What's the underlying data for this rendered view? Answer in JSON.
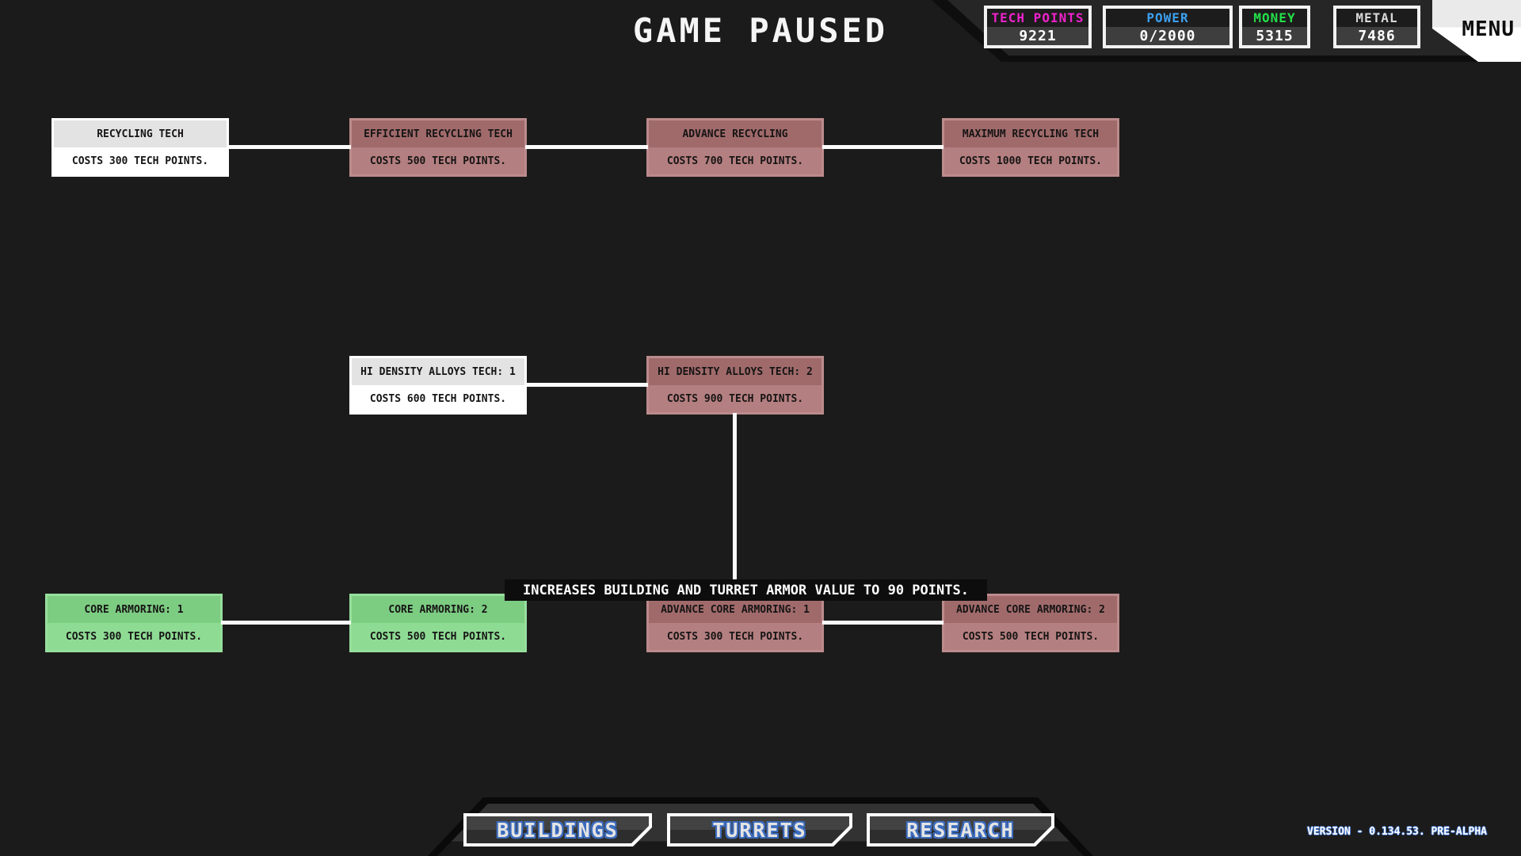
{
  "title": "GAME PAUSED",
  "hud": {
    "resources": [
      {
        "name": "tech-points",
        "label": "TECH POINTS",
        "value": "9221",
        "label_color": "#ee22cc"
      },
      {
        "name": "power",
        "label": "POWER",
        "value": "0/2000",
        "label_color": "#3ba0f0"
      },
      {
        "name": "money",
        "label": "MONEY",
        "value": "5315",
        "label_color": "#22e048"
      },
      {
        "name": "metal",
        "label": "METAL",
        "value": "7486",
        "label_color": "#d9d9d9"
      }
    ],
    "menu_label": "MENU"
  },
  "tech_tree": {
    "state_colors": {
      "available": {
        "border": "#ffffff",
        "header": "#e3e3e3",
        "body": "#ffffff"
      },
      "locked": {
        "border": "#bc8b8c",
        "header": "#a06a6b",
        "body": "#b47f80"
      },
      "owned": {
        "border": "#96df9c",
        "header": "#7ccc82",
        "body": "#8edb94"
      }
    },
    "nodes": [
      {
        "id": "recycling",
        "title": "RECYCLING TECH",
        "cost": "COSTS 300 TECH POINTS.",
        "state": "available",
        "row": 0,
        "col": 0
      },
      {
        "id": "efficient-recycling",
        "title": "EFFICIENT RECYCLING TECH",
        "cost": "COSTS 500 TECH POINTS.",
        "state": "locked",
        "row": 0,
        "col": 1
      },
      {
        "id": "advance-recycling",
        "title": "ADVANCE RECYCLING",
        "cost": "COSTS 700 TECH POINTS.",
        "state": "locked",
        "row": 0,
        "col": 2
      },
      {
        "id": "maximum-recycling",
        "title": "MAXIMUM RECYCLING TECH",
        "cost": "COSTS 1000 TECH POINTS.",
        "state": "locked",
        "row": 0,
        "col": 3
      },
      {
        "id": "hi-density-1",
        "title": "HI DENSITY ALLOYS TECH: 1",
        "cost": "COSTS 600 TECH POINTS.",
        "state": "available",
        "row": 1,
        "col": 1
      },
      {
        "id": "hi-density-2",
        "title": "HI DENSITY ALLOYS TECH: 2",
        "cost": "COSTS 900 TECH POINTS.",
        "state": "locked",
        "row": 1,
        "col": 2
      },
      {
        "id": "core-armoring-1",
        "title": "CORE ARMORING: 1",
        "cost": "COSTS 300 TECH POINTS.",
        "state": "owned",
        "row": 2,
        "col": 0
      },
      {
        "id": "core-armoring-2",
        "title": "CORE ARMORING: 2",
        "cost": "COSTS 500 TECH POINTS.",
        "state": "owned",
        "row": 2,
        "col": 1
      },
      {
        "id": "advance-core-armoring-1",
        "title": "ADVANCE CORE ARMORING: 1",
        "cost": "COSTS 300 TECH POINTS.",
        "state": "locked",
        "row": 2,
        "col": 2
      },
      {
        "id": "advance-core-armoring-2",
        "title": "ADVANCE CORE ARMORING: 2",
        "cost": "COSTS 500 TECH POINTS.",
        "state": "locked",
        "row": 2,
        "col": 3
      }
    ],
    "links": [
      [
        "recycling",
        "efficient-recycling"
      ],
      [
        "efficient-recycling",
        "advance-recycling"
      ],
      [
        "advance-recycling",
        "maximum-recycling"
      ],
      [
        "hi-density-1",
        "hi-density-2"
      ],
      [
        "core-armoring-1",
        "core-armoring-2"
      ],
      [
        "advance-core-armoring-1",
        "advance-core-armoring-2"
      ]
    ],
    "drop_link_from": "hi-density-2"
  },
  "tooltip": {
    "text": "INCREASES BUILDING AND TURRET ARMOR VALUE TO 90 POINTS."
  },
  "footer": {
    "tabs": [
      {
        "id": "buildings",
        "label": "BUILDINGS"
      },
      {
        "id": "turrets",
        "label": "TURRETS"
      },
      {
        "id": "research",
        "label": "RESEARCH"
      }
    ],
    "version": "VERSION - 0.134.53. PRE-ALPHA"
  }
}
